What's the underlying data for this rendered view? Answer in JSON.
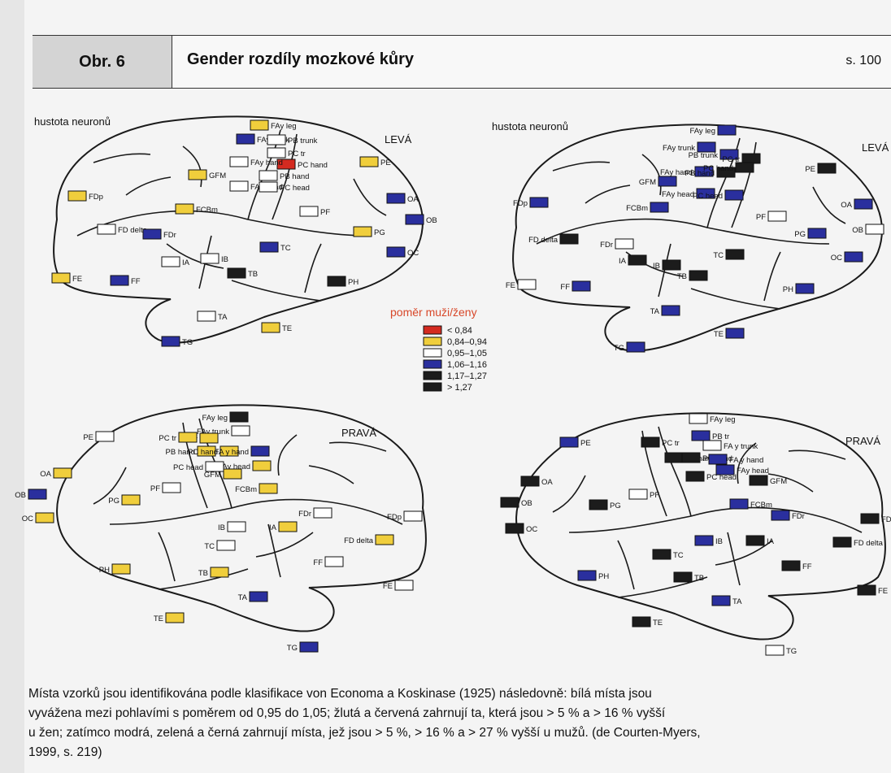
{
  "figure": {
    "label": "Obr. 6",
    "title": "Gender rozdíly mozkové kůry",
    "page": "s. 100"
  },
  "legend": {
    "title": "poměr muži/ženy",
    "title_color": "#d8482a",
    "items": [
      {
        "label": "< 0,84",
        "color": "#d42a20"
      },
      {
        "label": "0,84–0,94",
        "color": "#f0ce3c"
      },
      {
        "label": "0,95–1,05",
        "color": "#ffffff"
      },
      {
        "label": "1,06–1,16",
        "color": "#2a2f9e"
      },
      {
        "label": "1,17–1,27",
        "color": "#1c1c1c"
      },
      {
        "label": "> 1,27",
        "color": "#1c1c1c"
      }
    ]
  },
  "colors": {
    "red": "#d42a20",
    "yellow": "#f0ce3c",
    "white": "#ffffff",
    "blue": "#2a2f9e",
    "black": "#1c1c1c"
  },
  "brains": [
    {
      "id": "top-left",
      "note": "hustota neuronů",
      "hemisphere": "LEVÁ",
      "markers": [
        {
          "area": "FAy leg",
          "c": "yellow"
        },
        {
          "area": "FAy trunk",
          "c": "blue"
        },
        {
          "area": "PB trunk",
          "c": "white"
        },
        {
          "area": "PC tr",
          "c": "white"
        },
        {
          "area": "PC hand",
          "c": "red"
        },
        {
          "area": "PE",
          "c": "yellow"
        },
        {
          "area": "FAy hand",
          "c": "white"
        },
        {
          "area": "GFM",
          "c": "yellow"
        },
        {
          "area": "PB hand",
          "c": "white"
        },
        {
          "area": "FAy head",
          "c": "white"
        },
        {
          "area": "PC head",
          "c": "white"
        },
        {
          "area": "FCBm",
          "c": "yellow"
        },
        {
          "area": "OA",
          "c": "blue"
        },
        {
          "area": "FDp",
          "c": "yellow"
        },
        {
          "area": "PF",
          "c": "white"
        },
        {
          "area": "PG",
          "c": "yellow"
        },
        {
          "area": "OB",
          "c": "blue"
        },
        {
          "area": "FD delta",
          "c": "white"
        },
        {
          "area": "FDr",
          "c": "blue"
        },
        {
          "area": "OC",
          "c": "blue"
        },
        {
          "area": "IA",
          "c": "white"
        },
        {
          "area": "IB",
          "c": "white"
        },
        {
          "area": "TC",
          "c": "blue"
        },
        {
          "area": "FE",
          "c": "yellow"
        },
        {
          "area": "TB",
          "c": "black"
        },
        {
          "area": "PH",
          "c": "black"
        },
        {
          "area": "FF",
          "c": "blue"
        },
        {
          "area": "TA",
          "c": "white"
        },
        {
          "area": "TE",
          "c": "yellow"
        },
        {
          "area": "TG",
          "c": "blue"
        }
      ]
    },
    {
      "id": "top-right",
      "note": "hustota neuronů",
      "hemisphere": "LEVÁ",
      "markers": [
        {
          "area": "FAy leg",
          "c": "blue"
        },
        {
          "area": "FAy trunk",
          "c": "blue"
        },
        {
          "area": "PB trunk",
          "c": "blue"
        },
        {
          "area": "PC tr",
          "c": "black"
        },
        {
          "area": "PE",
          "c": "black"
        },
        {
          "area": "FAy hand",
          "c": "blue"
        },
        {
          "area": "PB hand",
          "c": "black"
        },
        {
          "area": "PC hand",
          "c": "black"
        },
        {
          "area": "GFM",
          "c": "blue"
        },
        {
          "area": "FAy head",
          "c": "blue"
        },
        {
          "area": "PC head",
          "c": "blue"
        },
        {
          "area": "FCBm",
          "c": "blue"
        },
        {
          "area": "FDp",
          "c": "blue"
        },
        {
          "area": "OA",
          "c": "blue"
        },
        {
          "area": "PF",
          "c": "white"
        },
        {
          "area": "PG",
          "c": "blue"
        },
        {
          "area": "OB",
          "c": "white"
        },
        {
          "area": "FD delta",
          "c": "black"
        },
        {
          "area": "FDr",
          "c": "white"
        },
        {
          "area": "OC",
          "c": "blue"
        },
        {
          "area": "IA",
          "c": "black"
        },
        {
          "area": "IB",
          "c": "black"
        },
        {
          "area": "TC",
          "c": "black"
        },
        {
          "area": "TB",
          "c": "black"
        },
        {
          "area": "FE",
          "c": "white"
        },
        {
          "area": "PH",
          "c": "blue"
        },
        {
          "area": "FF",
          "c": "blue"
        },
        {
          "area": "TA",
          "c": "blue"
        },
        {
          "area": "TE",
          "c": "blue"
        },
        {
          "area": "TG",
          "c": "blue"
        }
      ]
    },
    {
      "id": "bottom-left",
      "note": "",
      "hemisphere": "PRAVÁ",
      "markers": [
        {
          "area": "FAy leg",
          "c": "black"
        },
        {
          "area": "FAy trunk",
          "c": "white"
        },
        {
          "area": "PB tr",
          "c": "yellow"
        },
        {
          "area": "PC tr",
          "c": "yellow"
        },
        {
          "area": "PE",
          "c": "white"
        },
        {
          "area": "PB hand",
          "c": "yellow"
        },
        {
          "area": "PC hand",
          "c": "yellow"
        },
        {
          "area": "FA y hand",
          "c": "blue"
        },
        {
          "area": "FAy head",
          "c": "yellow"
        },
        {
          "area": "PC head",
          "c": "white"
        },
        {
          "area": "GFM",
          "c": "yellow"
        },
        {
          "area": "OA",
          "c": "yellow"
        },
        {
          "area": "OB",
          "c": "blue"
        },
        {
          "area": "PG",
          "c": "yellow"
        },
        {
          "area": "PF",
          "c": "white"
        },
        {
          "area": "FCBm",
          "c": "yellow"
        },
        {
          "area": "OC",
          "c": "yellow"
        },
        {
          "area": "FDr",
          "c": "white"
        },
        {
          "area": "FDp",
          "c": "white"
        },
        {
          "area": "IB",
          "c": "white"
        },
        {
          "area": "IA",
          "c": "yellow"
        },
        {
          "area": "TC",
          "c": "white"
        },
        {
          "area": "FD delta",
          "c": "yellow"
        },
        {
          "area": "PH",
          "c": "yellow"
        },
        {
          "area": "TB",
          "c": "yellow"
        },
        {
          "area": "FF",
          "c": "white"
        },
        {
          "area": "FE",
          "c": "white"
        },
        {
          "area": "TA",
          "c": "blue"
        },
        {
          "area": "TE",
          "c": "yellow"
        },
        {
          "area": "TG",
          "c": "blue"
        }
      ]
    },
    {
      "id": "bottom-right",
      "note": "",
      "hemisphere": "PRAVÁ",
      "markers": [
        {
          "area": "FAy leg",
          "c": "white"
        },
        {
          "area": "PC tr",
          "c": "black"
        },
        {
          "area": "PB tr",
          "c": "blue"
        },
        {
          "area": "FA y trunk",
          "c": "white"
        },
        {
          "area": "PE",
          "c": "blue"
        },
        {
          "area": "PB hand",
          "c": "black"
        },
        {
          "area": "PC hand",
          "c": "black"
        },
        {
          "area": "FA y hand",
          "c": "blue"
        },
        {
          "area": "FAy head",
          "c": "blue"
        },
        {
          "area": "PC head",
          "c": "black"
        },
        {
          "area": "GFM",
          "c": "black"
        },
        {
          "area": "OA",
          "c": "black"
        },
        {
          "area": "OB",
          "c": "black"
        },
        {
          "area": "PG",
          "c": "black"
        },
        {
          "area": "PF",
          "c": "white"
        },
        {
          "area": "FCBm",
          "c": "blue"
        },
        {
          "area": "OC",
          "c": "black"
        },
        {
          "area": "FDr",
          "c": "blue"
        },
        {
          "area": "FDp",
          "c": "black"
        },
        {
          "area": "IB",
          "c": "blue"
        },
        {
          "area": "IA",
          "c": "black"
        },
        {
          "area": "FD delta",
          "c": "black"
        },
        {
          "area": "TC",
          "c": "black"
        },
        {
          "area": "FF",
          "c": "black"
        },
        {
          "area": "PH",
          "c": "blue"
        },
        {
          "area": "TB",
          "c": "black"
        },
        {
          "area": "FE",
          "c": "black"
        },
        {
          "area": "TA",
          "c": "blue"
        },
        {
          "area": "TE",
          "c": "black"
        },
        {
          "area": "TG",
          "c": "white"
        }
      ]
    }
  ],
  "caption": {
    "line1": "Místa vzorků jsou identifikována podle klasifikace von Economa a Koskinase (1925) následovně: bílá místa jsou",
    "line2": "vyvážena mezi pohlavími s poměrem od 0,95 do 1,05; žlutá a červená zahrnují ta, která jsou > 5 % a > 16 % vyšší",
    "line3": "u žen; zatímco modrá, zelená a černá zahrnují místa, jež jsou > 5 %, > 16 % a > 27 % vyšší u mužů. (de Courten-Myers,",
    "line4": "1999, s. 219)"
  }
}
